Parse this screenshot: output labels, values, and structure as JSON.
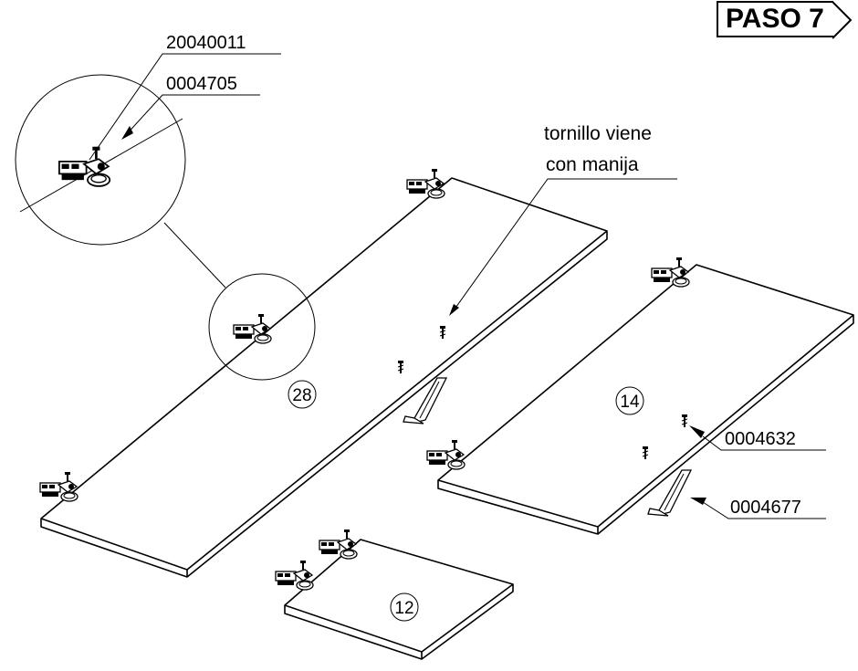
{
  "step": {
    "label": "PASO 7"
  },
  "callouts": {
    "hinge_part": "20040011",
    "hinge_screw": "0004705",
    "handle_screw_note_line1": "tornillo viene",
    "handle_screw_note_line2": "con manija",
    "handle_screw": "0004632",
    "handle": "0004677"
  },
  "panels": {
    "long_door_qty": "28",
    "mid_door_qty": "14",
    "small_door_qty": "12"
  },
  "colors": {
    "line": "#000000",
    "background": "#ffffff"
  }
}
